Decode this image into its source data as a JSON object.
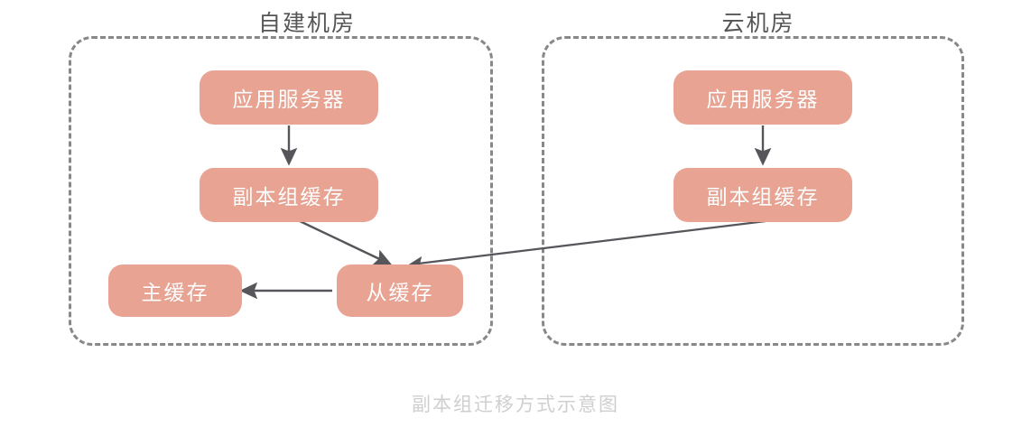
{
  "diagram": {
    "caption": "副本组迁移方式示意图",
    "colors": {
      "node_fill": "#e9a392",
      "node_text": "#ffffff",
      "zone_border": "#888888",
      "edge": "#55555a",
      "title_text": "#555555",
      "caption_text": "#cfcfcf",
      "background": "#ffffff"
    },
    "zones": [
      {
        "id": "self-built",
        "title": "自建机房",
        "nodes": [
          {
            "id": "left-app-server",
            "label": "应用服务器"
          },
          {
            "id": "left-replica-cache",
            "label": "副本组缓存"
          },
          {
            "id": "left-master-cache",
            "label": "主缓存"
          },
          {
            "id": "left-slave-cache",
            "label": "从缓存"
          }
        ]
      },
      {
        "id": "cloud",
        "title": "云机房",
        "nodes": [
          {
            "id": "right-app-server",
            "label": "应用服务器"
          },
          {
            "id": "right-replica-cache",
            "label": "副本组缓存"
          }
        ]
      }
    ],
    "edges": [
      {
        "id": "edge-left-app-to-replica",
        "from": "left-app-server",
        "to": "left-replica-cache",
        "style": "solid-arrow"
      },
      {
        "id": "edge-left-replica-to-slave",
        "from": "left-replica-cache",
        "to": "left-slave-cache",
        "style": "solid-arrow"
      },
      {
        "id": "edge-slave-to-master",
        "from": "left-slave-cache",
        "to": "left-master-cache",
        "style": "solid-arrow"
      },
      {
        "id": "edge-right-app-to-replica",
        "from": "right-app-server",
        "to": "right-replica-cache",
        "style": "solid-arrow"
      },
      {
        "id": "edge-right-replica-to-left-slave",
        "from": "right-replica-cache",
        "to": "left-slave-cache",
        "style": "solid-arrow"
      }
    ]
  }
}
